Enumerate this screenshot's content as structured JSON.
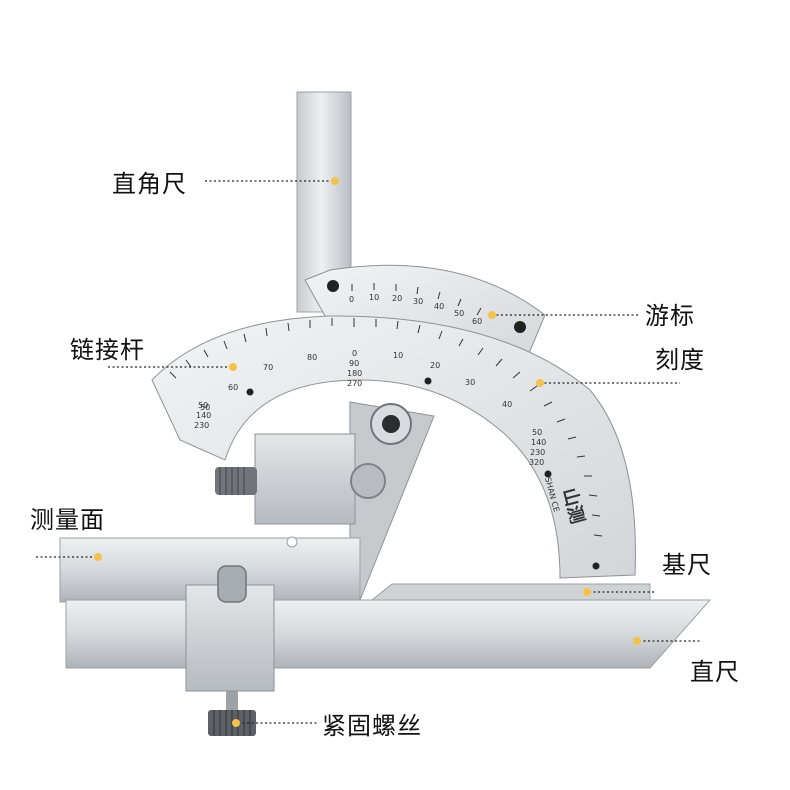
{
  "labels": {
    "square_blade": "直角尺",
    "vernier_line1": "游标",
    "vernier_line2": "刻度",
    "link_rod": "链接杆",
    "measuring_face": "测量面",
    "base_ruler": "基尺",
    "straight_ruler": "直尺",
    "lock_screw": "紧固螺丝"
  },
  "scale_text": {
    "vernier_ticks": [
      "0",
      "10",
      "20",
      "30",
      "40",
      "50",
      "60"
    ],
    "main_ticks_left": [
      "80",
      "70",
      "60",
      "50"
    ],
    "main_ticks_right": [
      "10",
      "20",
      "30",
      "40"
    ],
    "center_stack": [
      "0",
      "90",
      "180",
      "270"
    ],
    "left_stack": [
      "50",
      "140",
      "230"
    ],
    "right_stack": [
      "50",
      "140",
      "230",
      "320"
    ],
    "brand_cn": "山测",
    "brand_en": "SHAN CE"
  },
  "colors": {
    "marker": "#f2c14e",
    "steel_light": "#e6e8ea",
    "steel_mid": "#c9cdd1",
    "steel_dark": "#9da2a7"
  }
}
